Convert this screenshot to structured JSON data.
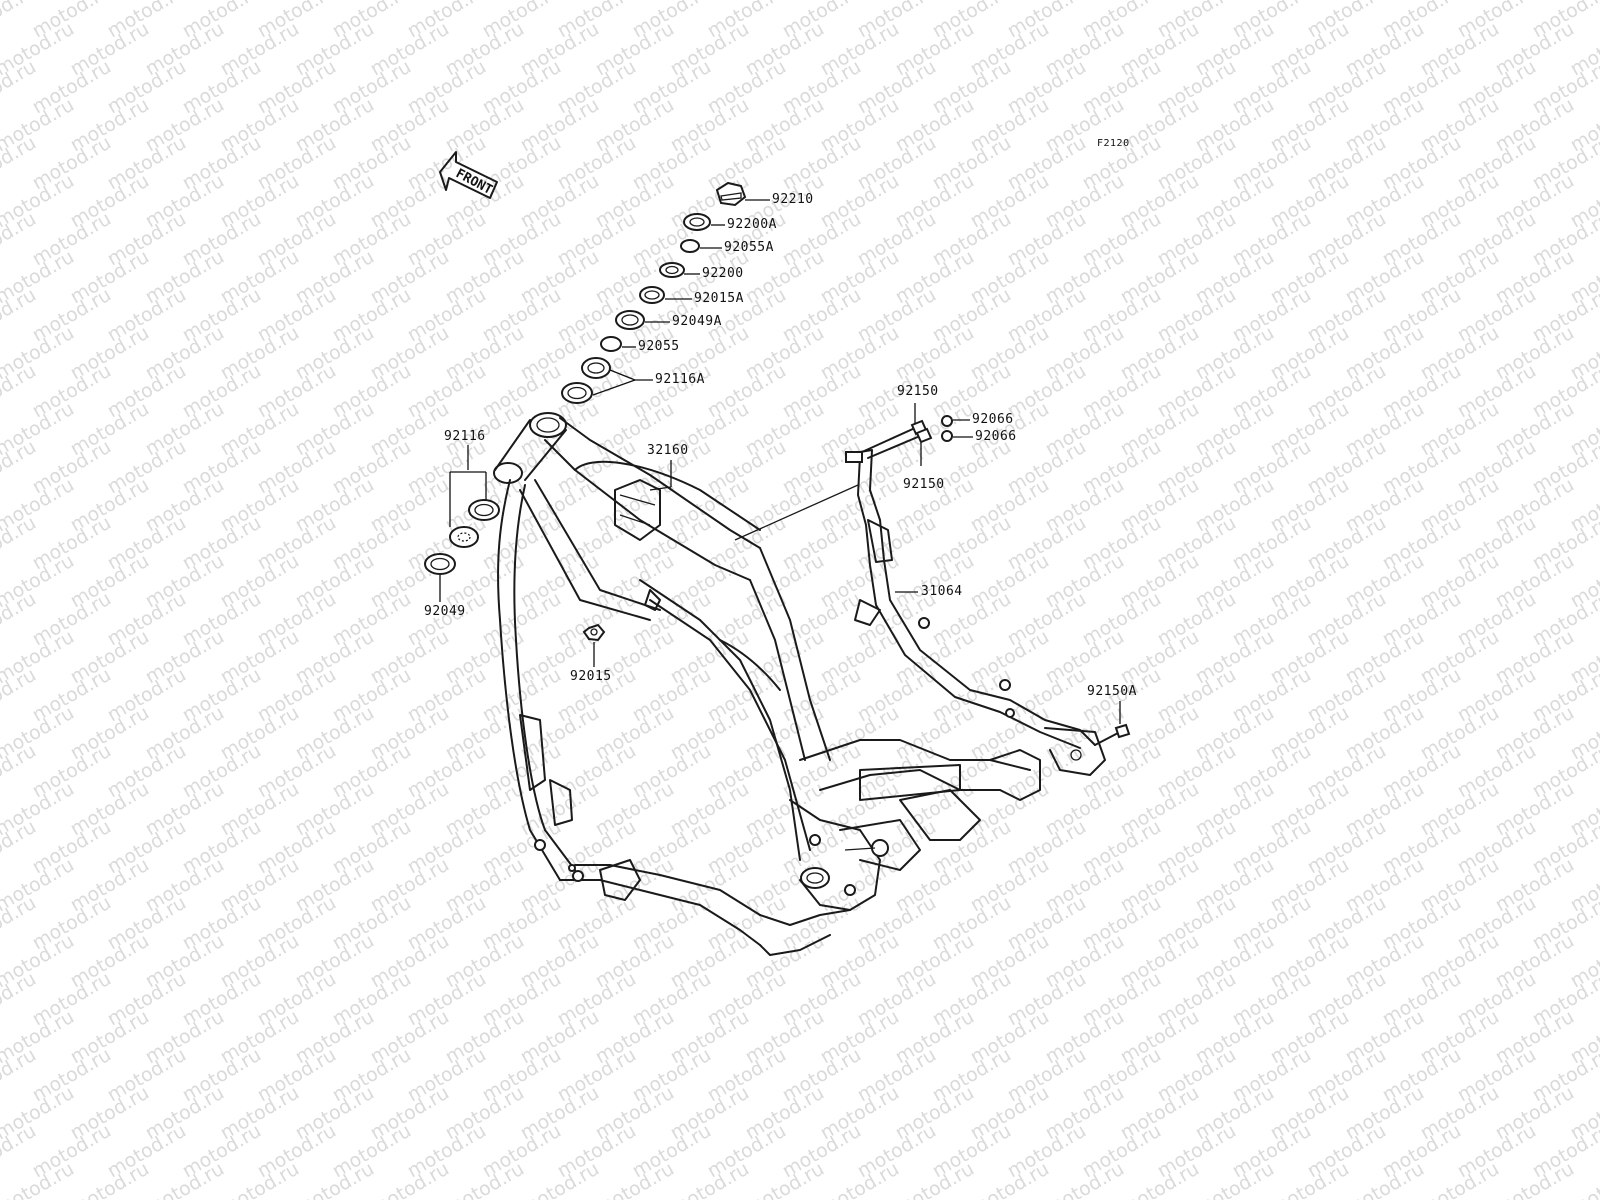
{
  "diagram_code": "F2120",
  "front_label": "FRONT",
  "watermark_text": "motod.ru",
  "parts": {
    "p92210": "92210",
    "p92200A": "92200A",
    "p92055A": "92055A",
    "p92200": "92200",
    "p92015A": "92015A",
    "p92049A": "92049A",
    "p92055": "92055",
    "p92116A": "92116A",
    "p92116": "92116",
    "p92049": "92049",
    "p32160": "32160",
    "p92150a": "92150",
    "p92150b": "92150",
    "p92066a": "92066",
    "p92066b": "92066",
    "p31064": "31064",
    "p92015": "92015",
    "p92150A": "92150A"
  }
}
